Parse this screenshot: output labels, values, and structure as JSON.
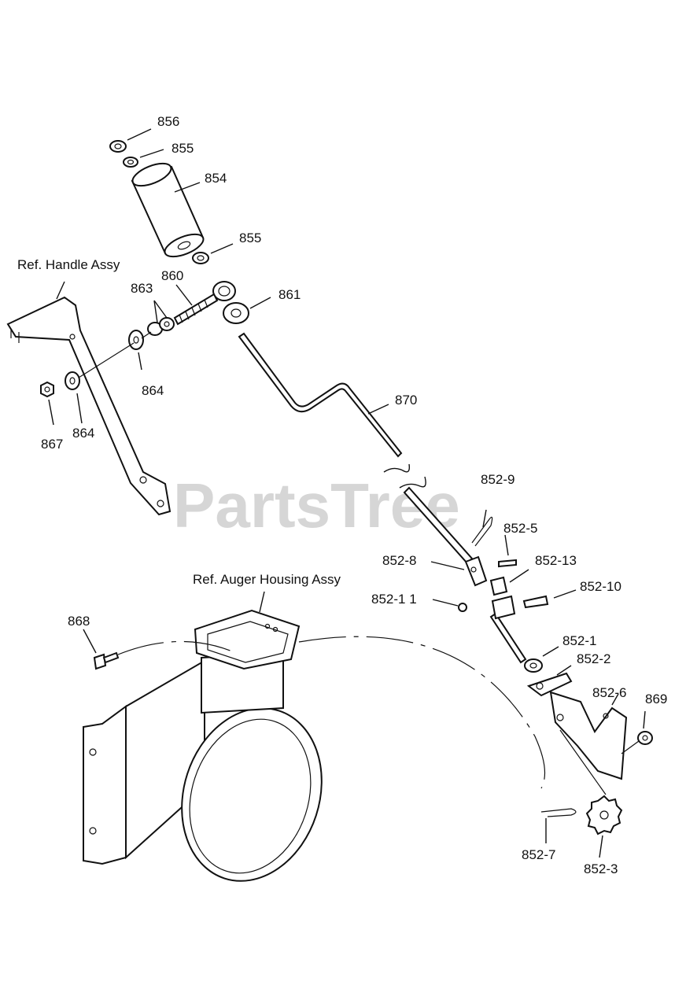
{
  "watermark": "PartsTree",
  "labels": {
    "p856": "856",
    "p855a": "855",
    "p854": "854",
    "p855b": "855",
    "handle": "Ref. Handle Assy",
    "p860": "860",
    "p863": "863",
    "p861": "861",
    "p864a": "864",
    "p867": "867",
    "p864b": "864",
    "p870": "870",
    "p852_9": "852-9",
    "p852_5": "852-5",
    "p852_8": "852-8",
    "p852_13": "852-13",
    "auger": "Ref. Auger Housing Assy",
    "p852_10": "852-10",
    "p852_11": "852-1 1",
    "p868": "868",
    "p852_1": "852-1",
    "p852_2": "852-2",
    "p852_6": "852-6",
    "p869": "869",
    "p852_7": "852-7",
    "p852_3": "852-3"
  }
}
